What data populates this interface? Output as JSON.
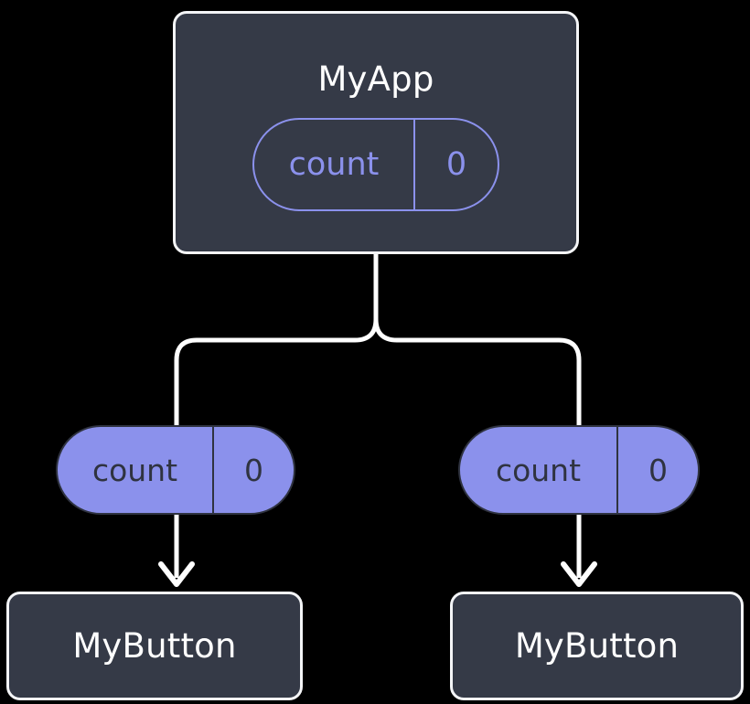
{
  "diagram": {
    "title_text": "MyApp",
    "background_color": "#000000",
    "box_fill_color": "#353a47",
    "box_border_color": "#f4f5f7",
    "accent_color": "#8b91ec",
    "wire_color": "#ffffff",
    "root": {
      "label": "MyApp",
      "state_pill": {
        "key": "count",
        "value": "0",
        "style": "outlined"
      }
    },
    "children": [
      {
        "state_pill": {
          "key": "count",
          "value": "0",
          "style": "filled"
        },
        "component": {
          "label": "MyButton"
        }
      },
      {
        "state_pill": {
          "key": "count",
          "value": "0",
          "style": "filled"
        },
        "component": {
          "label": "MyButton"
        }
      }
    ],
    "connectors": [
      {
        "name": "root-to-branch",
        "type": "branching-line",
        "color": "#ffffff"
      },
      {
        "name": "left-pill-to-button",
        "type": "arrow",
        "color": "#ffffff"
      },
      {
        "name": "right-pill-to-button",
        "type": "arrow",
        "color": "#ffffff"
      }
    ]
  }
}
